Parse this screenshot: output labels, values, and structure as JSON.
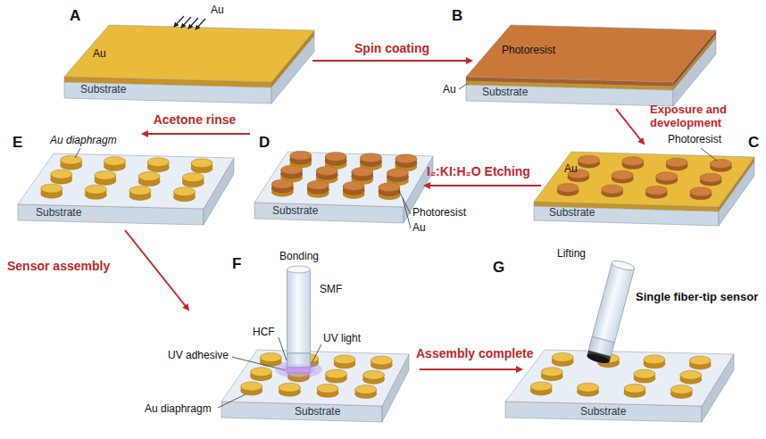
{
  "diagram": {
    "labels": [
      "A",
      "Au",
      "Au",
      "Substrate",
      "Spin coating",
      "B",
      "Photoresist",
      "Au",
      "Substrate",
      "Exposure and development",
      "C",
      "Au",
      "Photoresist",
      "Substrate",
      "I₂:KI:H₂O Etching",
      "D",
      "Photoresist",
      "Au",
      "Substrate",
      "Acetone rinse",
      "E",
      "Au diaphragm",
      "Substrate",
      "Sensor assembly",
      "F",
      "Bonding",
      "SMF",
      "HCF",
      "UV light",
      "UV adhesive",
      "Au diaphragm",
      "Substrate",
      "Assembly complete",
      "G",
      "Lifting",
      "Single fiber-tip sensor",
      "Substrate"
    ]
  }
}
